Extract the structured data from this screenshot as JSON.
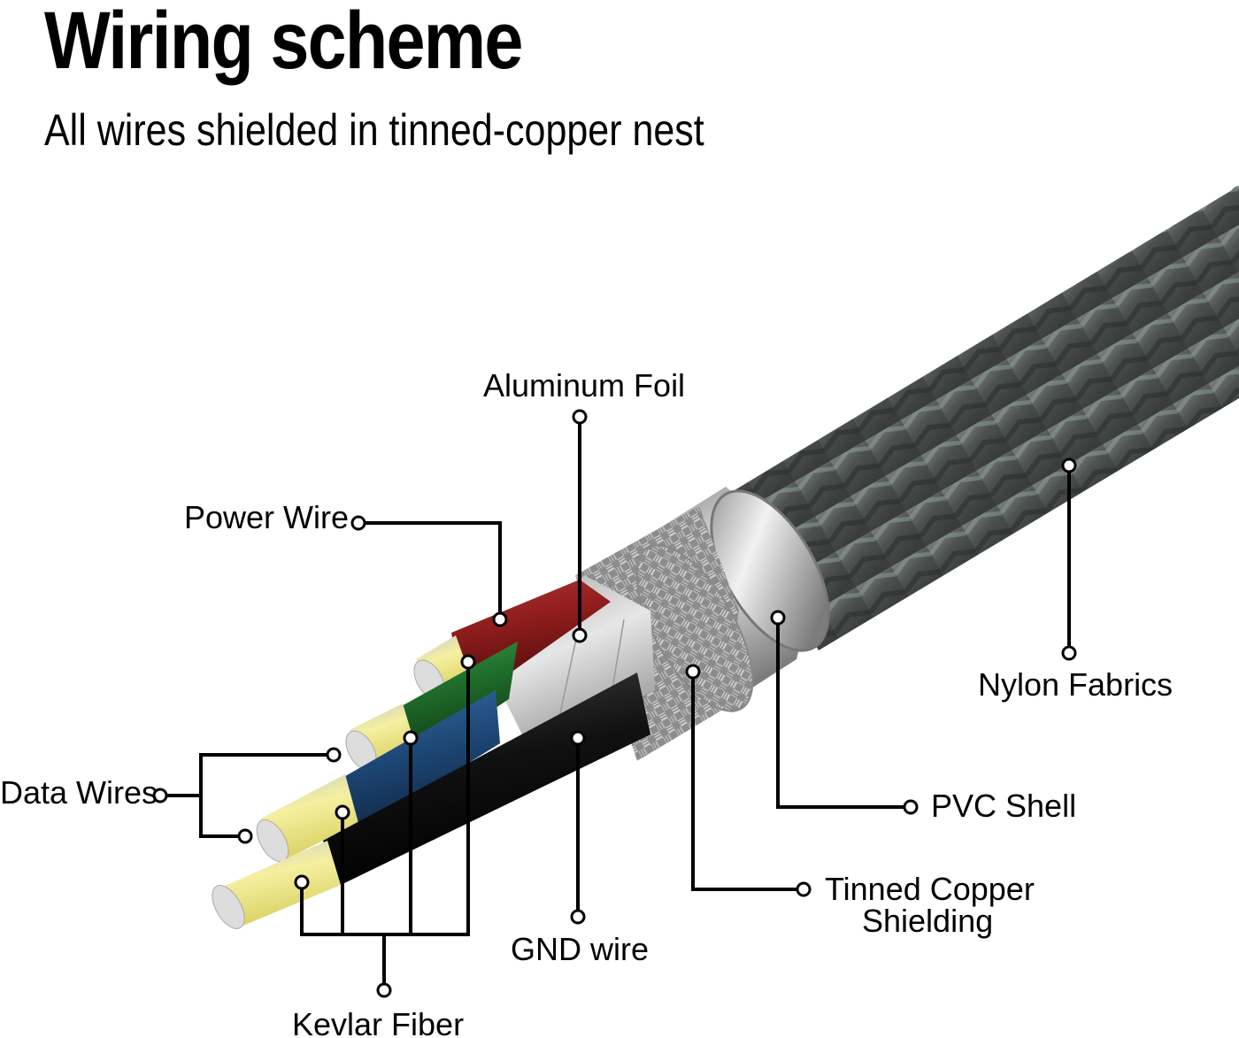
{
  "header": {
    "title": "Wiring scheme",
    "subtitle": "All wires shielded in tinned-copper nest"
  },
  "labels": {
    "aluminum_foil": "Aluminum Foil",
    "power_wire": "Power Wire",
    "data_wires": "Data Wires",
    "kevlar_fiber": "Kevlar Fiber",
    "gnd_wire": "GND wire",
    "tinned_copper_line1": "Tinned Copper",
    "tinned_copper_line2": "Shielding",
    "pvc_shell": "PVC Shell",
    "nylon_fabrics": "Nylon Fabrics"
  },
  "colors": {
    "power_wire": "#8e1c1c",
    "data_wire_green": "#1f6b2a",
    "data_wire_blue": "#1f4a7a",
    "gnd_wire": "#111111",
    "kevlar": "#ece58a",
    "foil": "#c8c8c8",
    "shielding": "#9a9a9a",
    "pvc": "#d0d0d0",
    "nylon": "#5a5e5c"
  }
}
